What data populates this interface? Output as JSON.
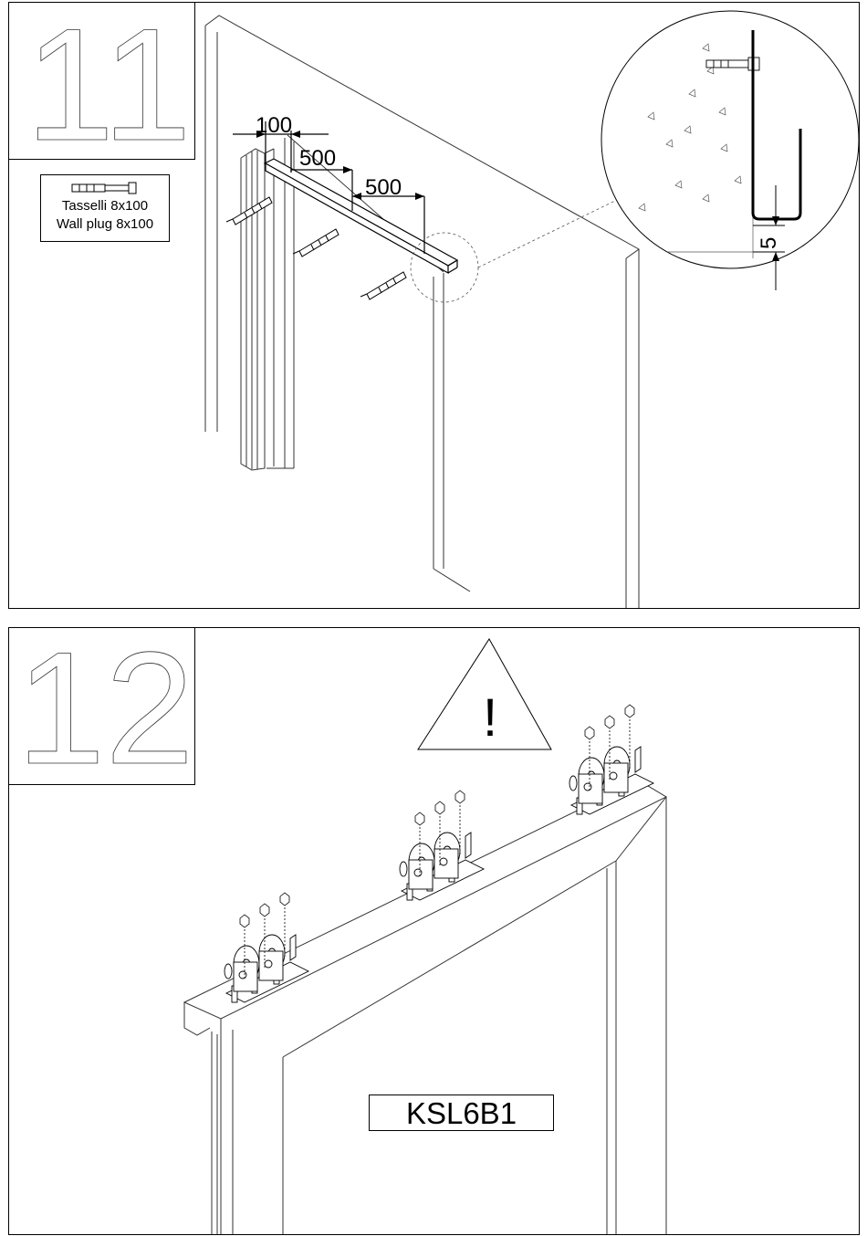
{
  "step_11": {
    "number": "11",
    "legend": {
      "icon": "wall-plug-icon",
      "line_1": "Tasselli 8x100",
      "line_2": "Wall plug 8x100"
    },
    "dimensions": {
      "offset": "100",
      "spacing_1": "500",
      "spacing_2": "500",
      "gap": "5"
    }
  },
  "step_12": {
    "number": "12",
    "warning_icon": "warning-triangle-icon",
    "warning_symbol": "!",
    "model_label": "KSL6B1"
  }
}
